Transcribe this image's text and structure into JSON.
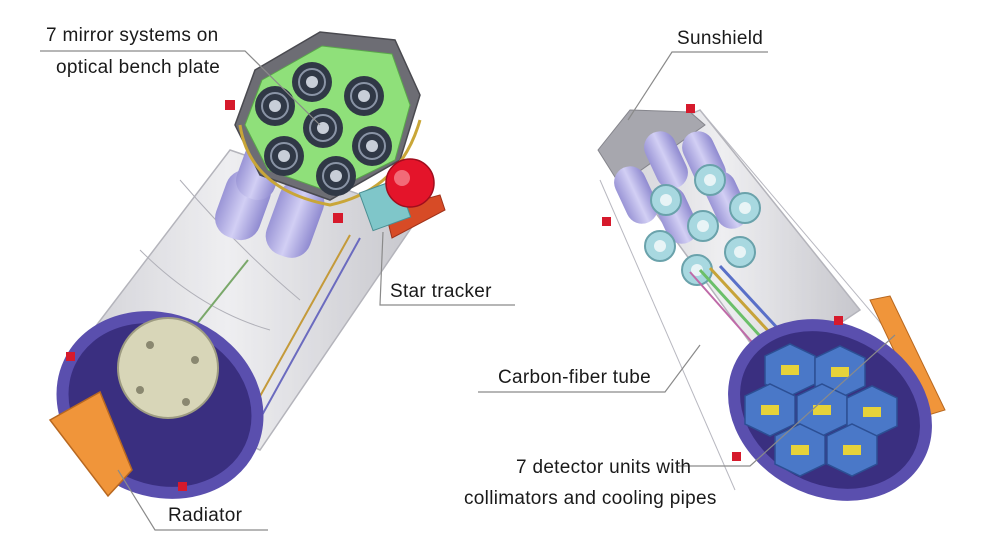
{
  "labels": {
    "mirror_line1": "7 mirror systems on",
    "mirror_line2": "optical bench plate",
    "star_tracker": "Star tracker",
    "radiator": "Radiator",
    "sunshield": "Sunshield",
    "carbon_fiber_tube": "Carbon-fiber tube",
    "detector_line1": "7 detector units with",
    "detector_line2": "collimators and cooling pipes"
  },
  "colors": {
    "tube": "#d9d9de",
    "ring": "#5a4fae",
    "mirror_plate": "#8fe07a",
    "mirror": "#303846",
    "cylinders": "#b7b3e8",
    "star_tracker": "#e4142a",
    "radiator": "#f0953a",
    "detector_interior": "#3a2f80",
    "detector_unit": "#4a78c8",
    "detector_chip": "#e6d23a",
    "collimator": "#a8d8e0"
  }
}
